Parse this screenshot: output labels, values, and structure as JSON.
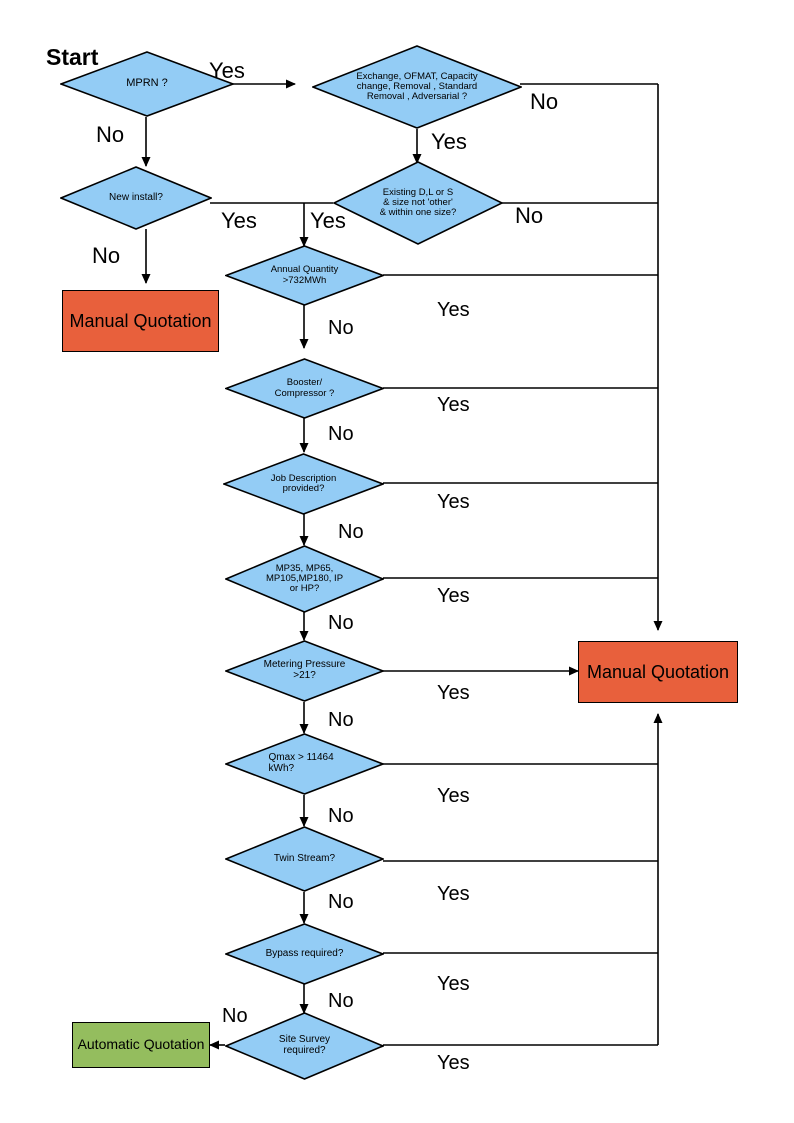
{
  "diagram": {
    "title_label": "Start",
    "colors": {
      "decision_fill": "#93CCF5",
      "manual_fill": "#E8603C",
      "automatic_fill": "#94BD5E",
      "stroke": "#000000",
      "background": "#FFFFFF"
    },
    "nodes": [
      {
        "id": "mprn",
        "type": "decision",
        "text": "MPRN ?"
      },
      {
        "id": "exchange",
        "type": "decision",
        "text": "Exchange, OFMAT, Capacity change, Removal , Standard Removal , Adversarial ?"
      },
      {
        "id": "newinstall",
        "type": "decision",
        "text": "New install?"
      },
      {
        "id": "existing",
        "type": "decision",
        "text": "Existing D,L or S & size not 'other' & within one size?"
      },
      {
        "id": "annual",
        "type": "decision",
        "text": "Annual Quantity >732MWh"
      },
      {
        "id": "booster",
        "type": "decision",
        "text": "Booster/ Compressor ?"
      },
      {
        "id": "jobdesc",
        "type": "decision",
        "text": "Job Description provided?"
      },
      {
        "id": "mpclass",
        "type": "decision",
        "text": "MP35, MP65, MP105,MP180, IP or HP?"
      },
      {
        "id": "metering",
        "type": "decision",
        "text": "Metering Pressure >21?"
      },
      {
        "id": "qmax",
        "type": "decision",
        "text": "Qmax > 11464 kWh?"
      },
      {
        "id": "twin",
        "type": "decision",
        "text": "Twin Stream?"
      },
      {
        "id": "bypass",
        "type": "decision",
        "text": "Bypass required?"
      },
      {
        "id": "sitesurvey",
        "type": "decision",
        "text": "Site Survey required?"
      },
      {
        "id": "manual_left",
        "type": "terminal",
        "text": "Manual Quotation"
      },
      {
        "id": "manual_right",
        "type": "terminal",
        "text": "Manual Quotation"
      },
      {
        "id": "automatic",
        "type": "terminal",
        "text": "Automatic Quotation"
      }
    ],
    "edge_labels": {
      "mprn_yes": "Yes",
      "mprn_no": "No",
      "exchange_no": "No",
      "exchange_yes": "Yes",
      "newinstall_yes": "Yes",
      "newinstall_no": "No",
      "existing_yes": "Yes",
      "existing_no": "No",
      "annual_yes": "Yes",
      "annual_no": "No",
      "booster_yes": "Yes",
      "booster_no": "No",
      "jobdesc_yes": "Yes",
      "jobdesc_no": "No",
      "mpclass_yes": "Yes",
      "mpclass_no": "No",
      "metering_yes": "Yes",
      "metering_no": "No",
      "qmax_yes": "Yes",
      "qmax_no": "No",
      "twin_yes": "Yes",
      "twin_no": "No",
      "bypass_yes": "Yes",
      "bypass_no": "No",
      "sitesurvey_yes": "Yes",
      "sitesurvey_no": "No",
      "sitesurvey_to_auto": "No"
    }
  }
}
